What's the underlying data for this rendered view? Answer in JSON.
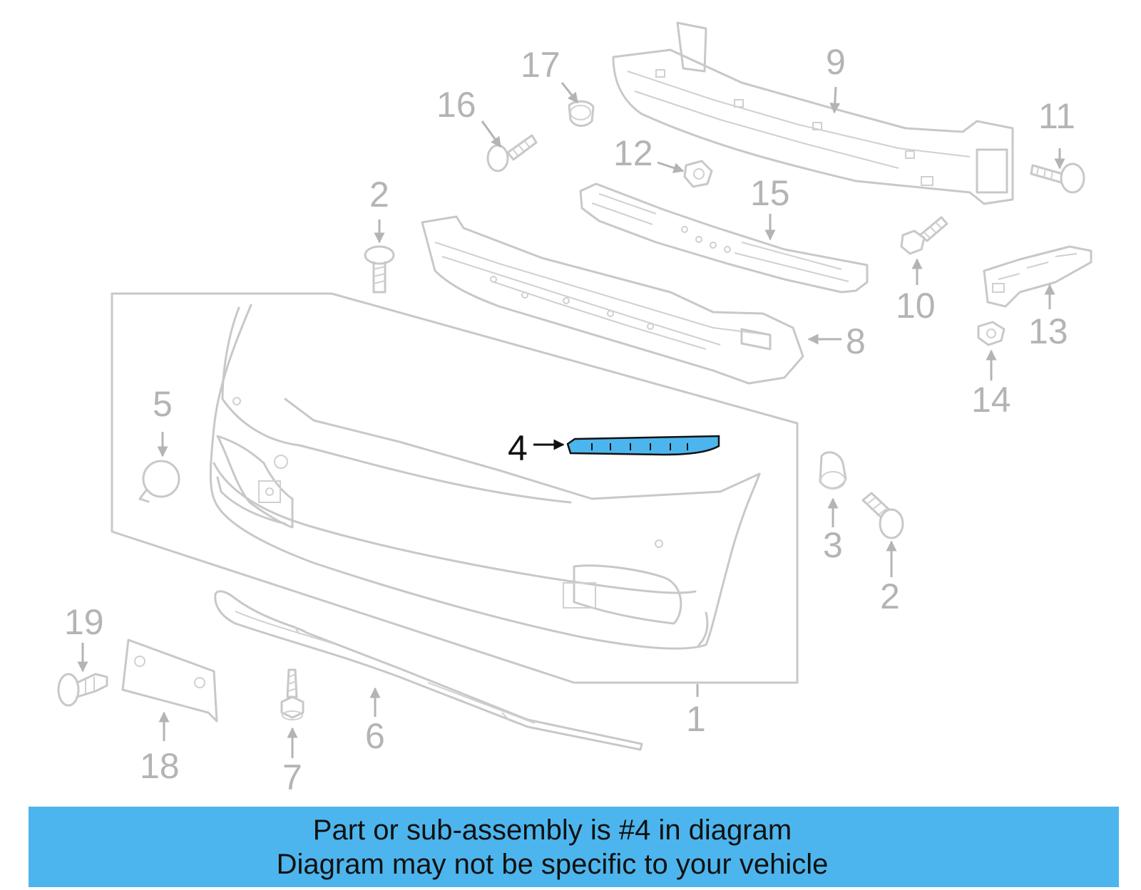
{
  "callouts": {
    "c1": "1",
    "c2a": "2",
    "c2b": "2",
    "c3": "3",
    "c4": "4",
    "c5": "5",
    "c6": "6",
    "c7": "7",
    "c8": "8",
    "c9": "9",
    "c10": "10",
    "c11": "11",
    "c12": "12",
    "c13": "13",
    "c14": "14",
    "c15": "15",
    "c16": "16",
    "c17": "17",
    "c18": "18",
    "c19": "19"
  },
  "highlighted_part": "4",
  "banner": {
    "line1": "Part or sub-assembly is #4 in diagram",
    "line2": "Diagram may not be specific to your vehicle"
  },
  "colors": {
    "highlight": "#4db5ed",
    "outline": "#c8c8c8",
    "callout": "#b4b4b4",
    "active_text": "#111111"
  }
}
